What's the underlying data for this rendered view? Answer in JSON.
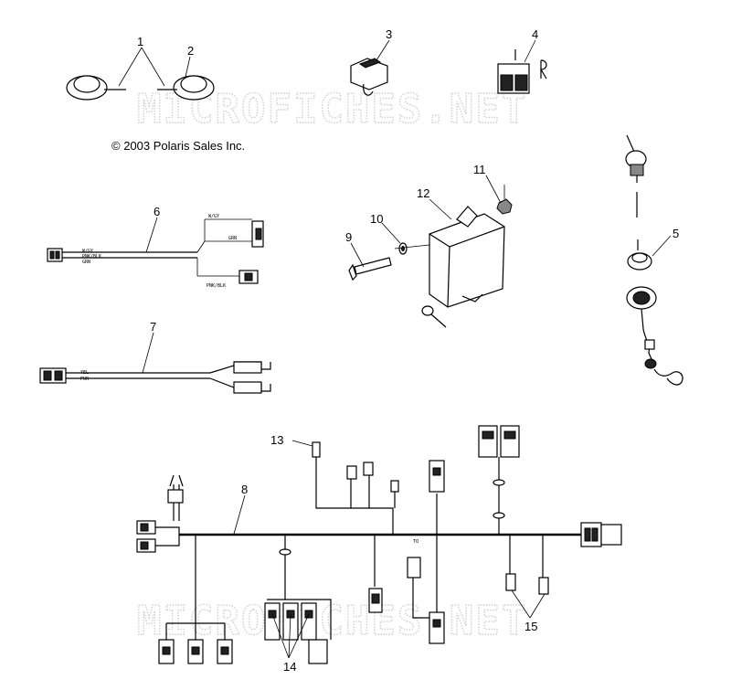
{
  "watermark": {
    "top": "MICROFICHES.NET",
    "bottom": "MICROFICHES.NET"
  },
  "copyright": "© 2003 Polaris Sales Inc.",
  "callouts": {
    "c1": "1",
    "c2": "2",
    "c3": "3",
    "c4": "4",
    "c5": "5",
    "c6": "6",
    "c7": "7",
    "c8": "8",
    "c9": "9",
    "c10": "10",
    "c11": "11",
    "c12": "12",
    "c13": "13",
    "c14": "14",
    "c15": "15"
  },
  "wire_labels": {
    "w6a": "W/GY",
    "w6b": "GRN",
    "w6c": "PNK/BLK",
    "w6d": "W/GY",
    "w6e": "PNK/BLK",
    "w6f": "GRN",
    "w7a": "YEL",
    "w7b": "PUR",
    "w8": "TO"
  }
}
